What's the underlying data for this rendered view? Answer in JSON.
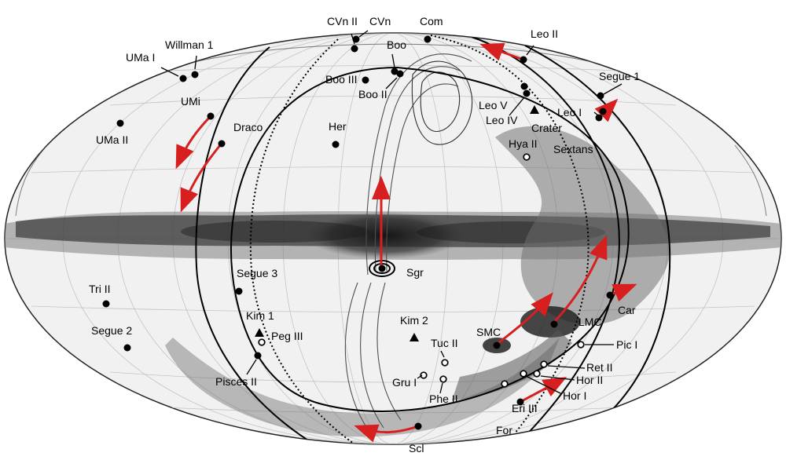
{
  "map": {
    "projection": "Aitoff",
    "background_color": "#ffffff",
    "sky_color": "#f1f1f1",
    "plane_color": "#333333",
    "stream_color": "#5c5c5c",
    "orbit_color": "#000000",
    "arrow_color": "#d81f1f",
    "grid_color": "#b8b8b8"
  },
  "objects": [
    {
      "id": "cvn-ii",
      "label": "CVn II",
      "marker": "filled-circle"
    },
    {
      "id": "cvn",
      "label": "CVn",
      "marker": "filled-circle"
    },
    {
      "id": "com",
      "label": "Com",
      "marker": "filled-circle"
    },
    {
      "id": "leo-ii",
      "label": "Leo II",
      "marker": "filled-circle"
    },
    {
      "id": "willman-1",
      "label": "Willman 1",
      "marker": "filled-circle"
    },
    {
      "id": "uma-i",
      "label": "UMa I",
      "marker": "filled-circle"
    },
    {
      "id": "boo",
      "label": "Boo",
      "marker": "filled-circle"
    },
    {
      "id": "boo-iii",
      "label": "Boo III",
      "marker": "filled-circle"
    },
    {
      "id": "boo-ii",
      "label": "Boo II",
      "marker": "filled-circle"
    },
    {
      "id": "segue-1",
      "label": "Segue 1",
      "marker": "filled-circle"
    },
    {
      "id": "leo-v",
      "label": "Leo V",
      "marker": "filled-circle"
    },
    {
      "id": "leo-iv",
      "label": "Leo IV",
      "marker": "filled-circle"
    },
    {
      "id": "leo-i",
      "label": "Leo I",
      "marker": "filled-circle"
    },
    {
      "id": "crater",
      "label": "Crater",
      "marker": "triangle"
    },
    {
      "id": "umi",
      "label": "UMi",
      "marker": "filled-circle"
    },
    {
      "id": "draco",
      "label": "Draco",
      "marker": "filled-circle"
    },
    {
      "id": "her",
      "label": "Her",
      "marker": "filled-circle"
    },
    {
      "id": "uma-ii",
      "label": "UMa II",
      "marker": "filled-circle"
    },
    {
      "id": "hya-ii",
      "label": "Hya II",
      "marker": "open-circle"
    },
    {
      "id": "sextans",
      "label": "Sextans",
      "marker": "filled-circle"
    },
    {
      "id": "sgr",
      "label": "Sgr",
      "marker": "filled-circle"
    },
    {
      "id": "segue-3",
      "label": "Segue 3",
      "marker": "filled-circle"
    },
    {
      "id": "tri-ii",
      "label": "Tri II",
      "marker": "filled-circle"
    },
    {
      "id": "kim-1",
      "label": "Kim 1",
      "marker": "triangle"
    },
    {
      "id": "peg-iii",
      "label": "Peg III",
      "marker": "open-circle"
    },
    {
      "id": "kim-2",
      "label": "Kim 2",
      "marker": "triangle"
    },
    {
      "id": "segue-2",
      "label": "Segue 2",
      "marker": "filled-circle"
    },
    {
      "id": "smc",
      "label": "SMC",
      "marker": "filled-circle"
    },
    {
      "id": "lmc",
      "label": "LMC",
      "marker": "filled-circle"
    },
    {
      "id": "car",
      "label": "Car",
      "marker": "filled-circle"
    },
    {
      "id": "tuc-ii",
      "label": "Tuc II",
      "marker": "open-circle"
    },
    {
      "id": "pic-i",
      "label": "Pic I",
      "marker": "open-circle"
    },
    {
      "id": "gru-i",
      "label": "Gru I",
      "marker": "open-circle"
    },
    {
      "id": "ret-ii",
      "label": "Ret II",
      "marker": "open-circle"
    },
    {
      "id": "pisces-ii",
      "label": "Pisces II",
      "marker": "filled-circle"
    },
    {
      "id": "hor-ii",
      "label": "Hor II",
      "marker": "open-circle"
    },
    {
      "id": "phe-ii",
      "label": "Phe II",
      "marker": "open-circle"
    },
    {
      "id": "hor-i",
      "label": "Hor I",
      "marker": "open-circle"
    },
    {
      "id": "eri-iii",
      "label": "Eri III",
      "marker": "open-circle"
    },
    {
      "id": "for",
      "label": "For",
      "marker": "filled-circle"
    },
    {
      "id": "scl",
      "label": "Scl",
      "marker": "filled-circle"
    }
  ]
}
